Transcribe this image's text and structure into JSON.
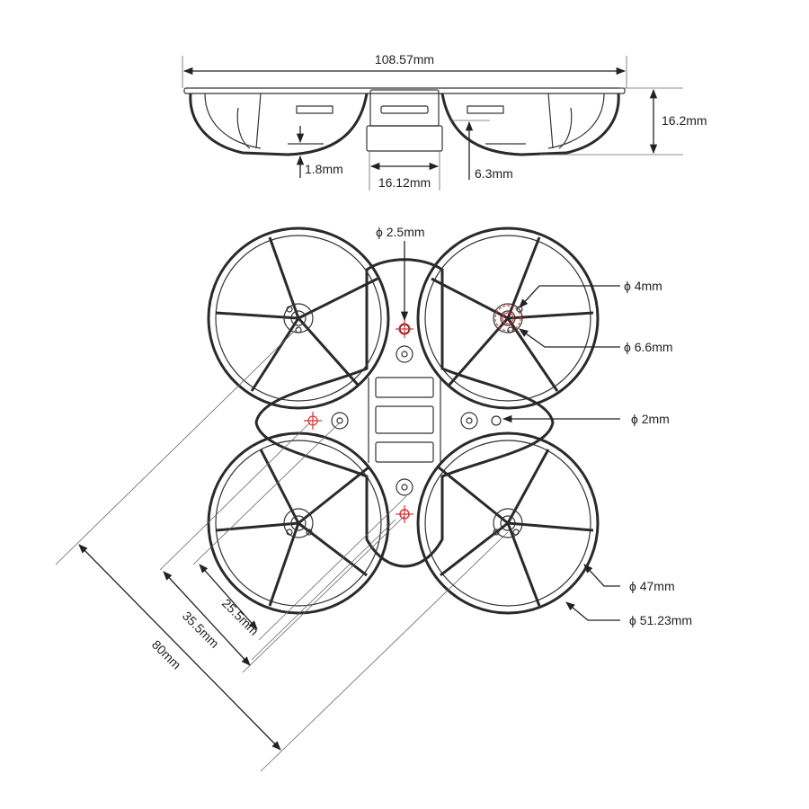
{
  "title": "",
  "side_view": {
    "overall_width": "108.57mm",
    "height": "16.2mm",
    "bottom_clearance": "1.8mm",
    "battery_bay_width": "16.12mm",
    "motor_depth": "6.3mm"
  },
  "top_view": {
    "hole_small": "ϕ 2.5mm",
    "motor_hole": "ϕ 4mm",
    "motor_boss": "ϕ 6.6mm",
    "mount_hole": "ϕ 2mm",
    "prop_size": "ϕ 47mm",
    "duct_size": "ϕ 51.23mm",
    "spacing_1": "25.5mm",
    "spacing_2": "35.5mm",
    "wheelbase": "80mm"
  },
  "colors": {
    "line": "#2a2a2a",
    "highlight": "#e03030",
    "background": "#ffffff"
  }
}
